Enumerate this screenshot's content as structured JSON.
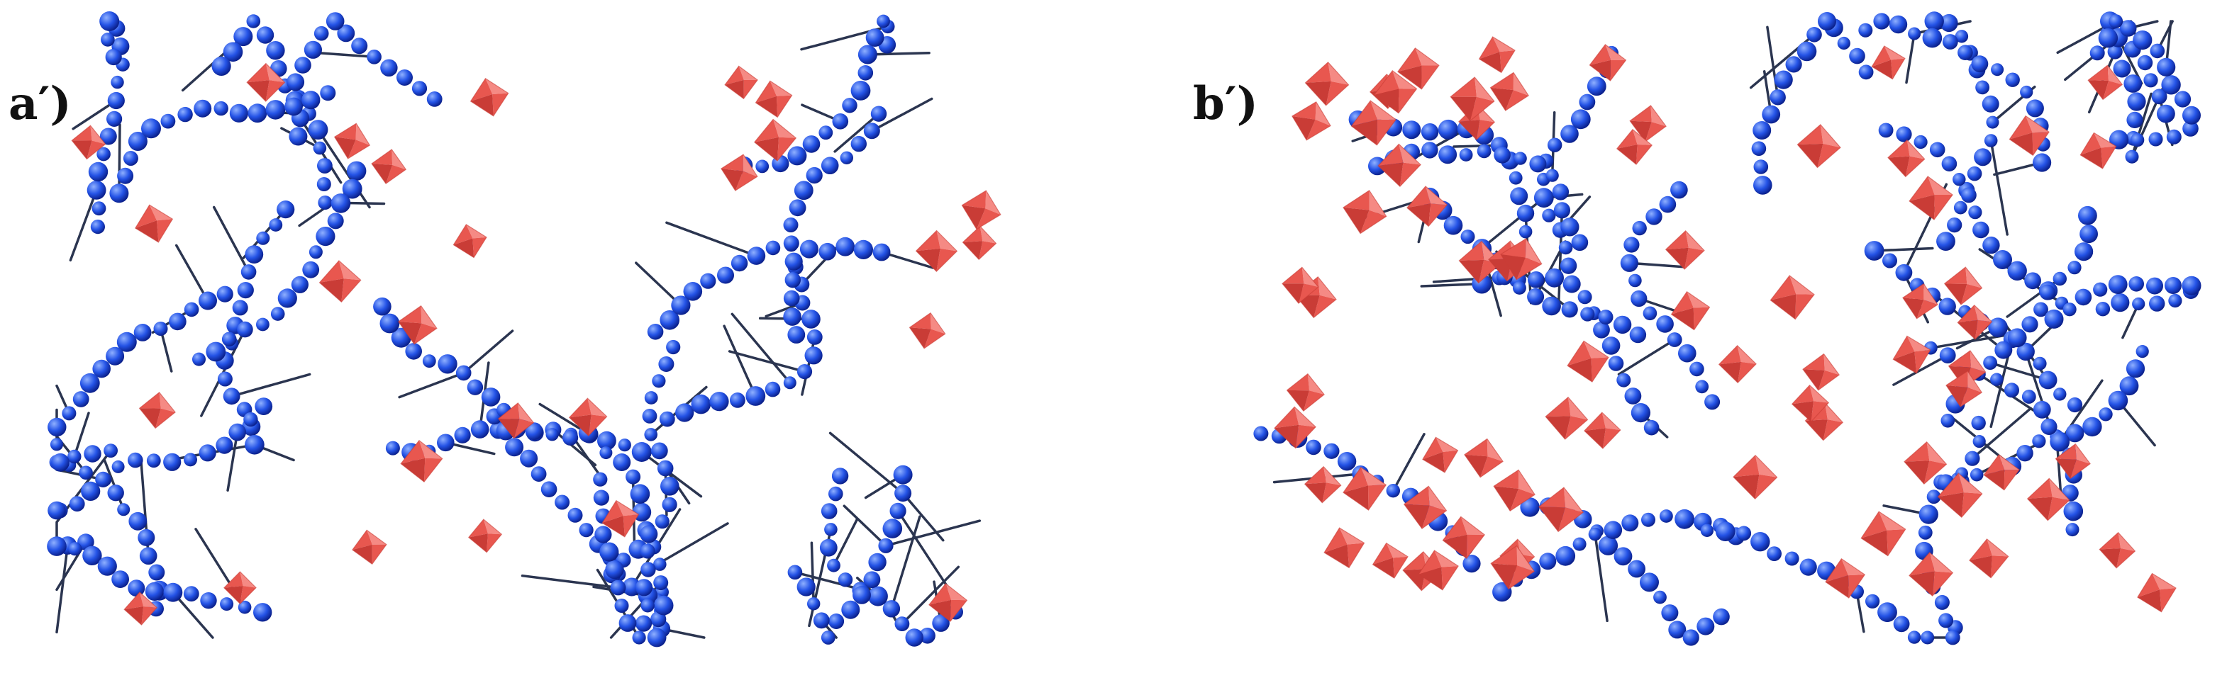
{
  "panels": [
    {
      "label": "a′)",
      "octahedron_count": 27,
      "bead_count": 330,
      "linker_count": 85,
      "seed": 11
    },
    {
      "label": "b′)",
      "octahedron_count": 72,
      "bead_count": 330,
      "linker_count": 70,
      "seed": 29
    }
  ],
  "colors": {
    "bead": "#2453e6",
    "bead_highlight": "#8fb0ff",
    "bead_shadow": "#0a1f8a",
    "octahedron_light": "#f58a84",
    "octahedron_mid": "#e8574f",
    "octahedron_dark": "#c93c36",
    "linker": "#2b3550",
    "background": "#ffffff"
  },
  "icons": {
    "bead": "sphere-icon",
    "octahedron": "octahedron-icon"
  }
}
